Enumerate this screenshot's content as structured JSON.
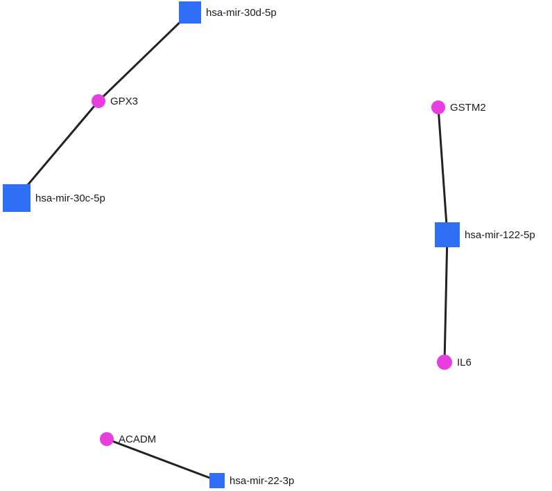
{
  "colors": {
    "mirna": "#2e6ff5",
    "gene": "#e83ee0",
    "edge": "#222222"
  },
  "nodes": [
    {
      "id": "n-mir30d",
      "label": "hsa-mir-30d-5p",
      "kind": "mirna"
    },
    {
      "id": "n-gpx3",
      "label": "GPX3",
      "kind": "gene"
    },
    {
      "id": "n-mir30c",
      "label": "hsa-mir-30c-5p",
      "kind": "mirna"
    },
    {
      "id": "n-gstm2",
      "label": "GSTM2",
      "kind": "gene"
    },
    {
      "id": "n-mir122",
      "label": "hsa-mir-122-5p",
      "kind": "mirna"
    },
    {
      "id": "n-il6",
      "label": "IL6",
      "kind": "gene"
    },
    {
      "id": "n-acadm",
      "label": "ACADM",
      "kind": "gene"
    },
    {
      "id": "n-mir22",
      "label": "hsa-mir-22-3p",
      "kind": "mirna"
    }
  ],
  "edges": [
    {
      "source": "n-mir30d",
      "target": "n-gpx3"
    },
    {
      "source": "n-gpx3",
      "target": "n-mir30c"
    },
    {
      "source": "n-gstm2",
      "target": "n-mir122"
    },
    {
      "source": "n-mir122",
      "target": "n-il6"
    },
    {
      "source": "n-acadm",
      "target": "n-mir22"
    }
  ]
}
